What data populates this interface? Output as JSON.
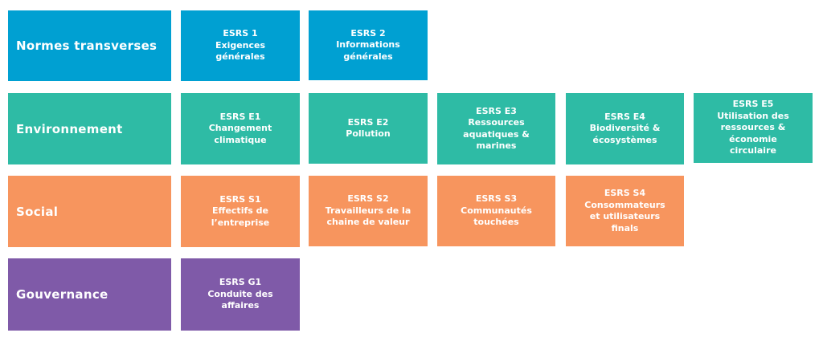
{
  "colors": {
    "transverses": "#00A0D2",
    "environnement": "#2EBBA5",
    "social": "#F7955E",
    "gouvernance": "#7F5AA8"
  },
  "rows": [
    {
      "category": "Normes transverses",
      "color_key": "transverses",
      "items": [
        {
          "code": "ESRS 1",
          "lines": [
            "Exigences",
            "générales"
          ]
        },
        {
          "code": "ESRS 2",
          "lines": [
            "Informations",
            "générales"
          ]
        }
      ]
    },
    {
      "category": "Environnement",
      "color_key": "environnement",
      "items": [
        {
          "code": "ESRS E1",
          "lines": [
            "Changement",
            "climatique"
          ]
        },
        {
          "code": "ESRS E2",
          "lines": [
            "Pollution"
          ]
        },
        {
          "code": "ESRS E3",
          "lines": [
            "Ressources",
            "aquatiques &",
            "marines"
          ]
        },
        {
          "code": "ESRS E4",
          "lines": [
            "Biodiversité &",
            "écosystèmes"
          ]
        },
        {
          "code": "ESRS E5",
          "lines": [
            "Utilisation des",
            "ressources &",
            "économie",
            "circulaire"
          ]
        }
      ]
    },
    {
      "category": "Social",
      "color_key": "social",
      "items": [
        {
          "code": "ESRS S1",
          "lines": [
            "Effectifs de",
            "l’entreprise"
          ]
        },
        {
          "code": "ESRS S2",
          "lines": [
            "Travailleurs de la",
            "chaine de valeur"
          ]
        },
        {
          "code": "ESRS S3",
          "lines": [
            "Communautés",
            "touchées"
          ]
        },
        {
          "code": "ESRS S4",
          "lines": [
            "Consommateurs",
            "et utilisateurs",
            "finals"
          ]
        }
      ]
    },
    {
      "category": "Gouvernance",
      "color_key": "gouvernance",
      "items": [
        {
          "code": "ESRS G1",
          "lines": [
            "Conduite des",
            "affaires"
          ]
        }
      ]
    }
  ]
}
